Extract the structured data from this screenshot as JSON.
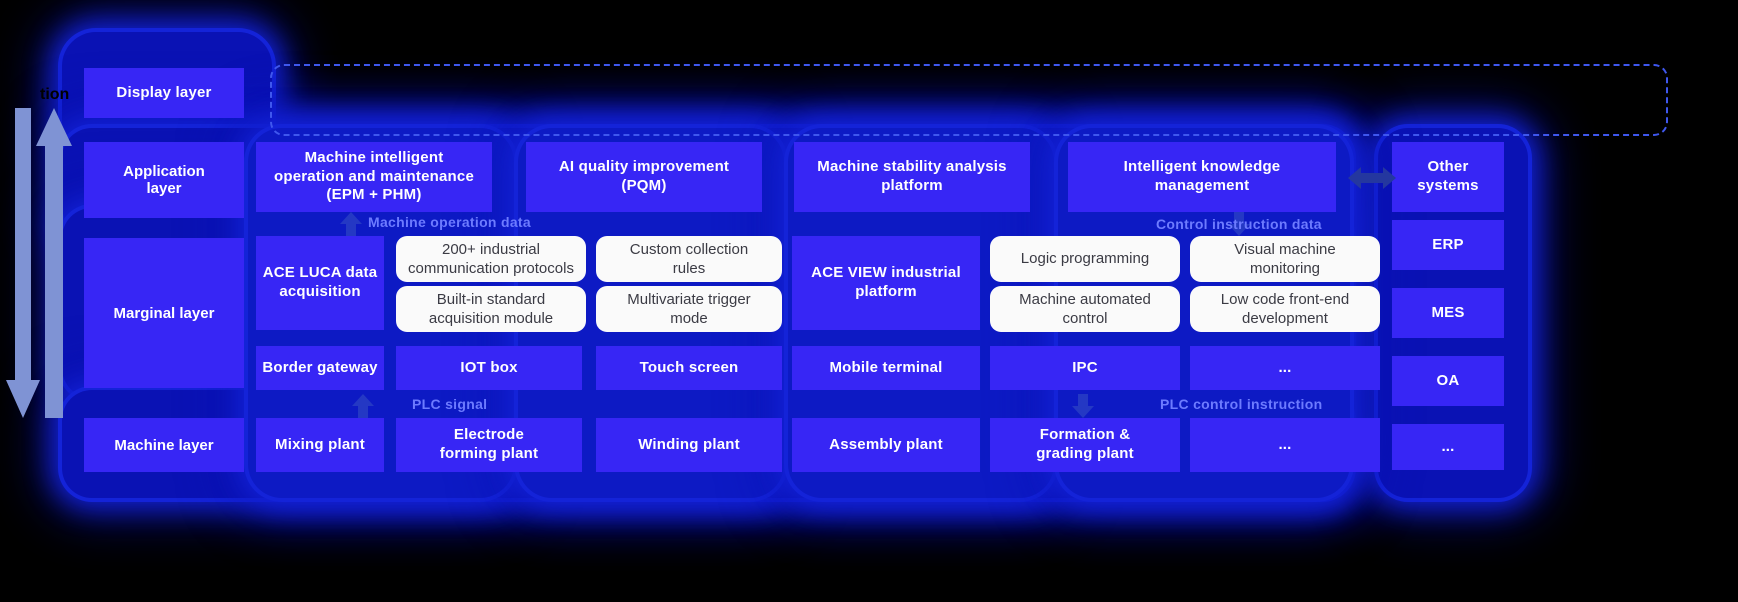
{
  "diagram": {
    "title_fragment": "tion",
    "layers": [
      {
        "id": "display",
        "label": "Display layer"
      },
      {
        "id": "application",
        "label": "Application\nlayer"
      },
      {
        "id": "marginal",
        "label": "Marginal layer"
      },
      {
        "id": "machine",
        "label": "Machine layer"
      }
    ],
    "application_row": [
      "Machine intelligent\noperation and maintenance\n(EPM + PHM)",
      "AI quality improvement\n(PQM)",
      "Machine stability analysis\nplatform",
      "Intelligent knowledge\nmanagement"
    ],
    "marginal_row": {
      "left_platform": "ACE LUCA data\nacquisition",
      "left_features": [
        "200+ industrial\ncommunication protocols",
        "Custom collection\nrules",
        "Built-in standard\nacquisition module",
        "Multivariate trigger\nmode"
      ],
      "right_platform": "ACE VIEW industrial\nplatform",
      "right_features": [
        "Logic programming",
        "Visual machine\nmonitoring",
        "Machine automated\ncontrol",
        "Low code front-end\ndevelopment"
      ]
    },
    "device_row": [
      "Border gateway",
      "IOT box",
      "Touch screen",
      "Mobile terminal",
      "IPC",
      "..."
    ],
    "machine_row": [
      "Mixing plant",
      "Electrode\nforming plant",
      "Winding plant",
      "Assembly plant",
      "Formation &\ngrading plant",
      "..."
    ],
    "external_column": [
      "Other\nsystems",
      "ERP",
      "MES",
      "OA",
      "..."
    ],
    "flow_labels": {
      "machine_operation_data": "Machine operation data",
      "control_instruction_data": "Control instruction data",
      "plc_signal": "PLC signal",
      "plc_control_instruction": "PLC control instruction"
    },
    "icons": {
      "up_arrow": "arrow-up-icon",
      "down_arrow": "arrow-down-icon",
      "bidirectional_arrow": "arrow-left-right-icon"
    },
    "colors": {
      "box_blue": "#3726f5",
      "band_blue": "#0a12b4",
      "glow_blue": "#1423d8",
      "flow_text": "#6d7bff",
      "white_box": "#fafafa",
      "white_box_text": "#3b3b44",
      "arrow_grey_blue": "#7f93d4",
      "dashed_border": "#3f57ee",
      "background": "#000000"
    }
  }
}
